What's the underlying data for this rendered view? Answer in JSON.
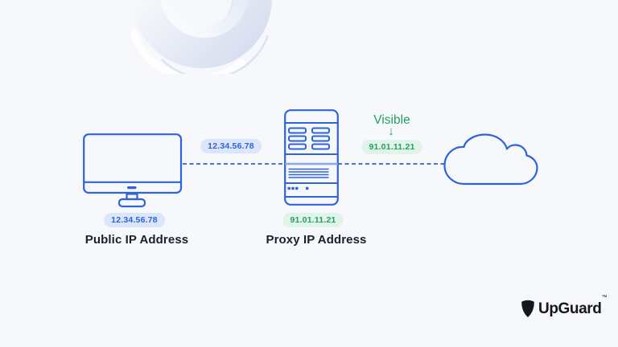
{
  "canvas": {
    "background": "#f7f8fb"
  },
  "colors": {
    "accent_blue": "#2d63dc",
    "badge_blue_bg": "#dbe6fa",
    "accent_green": "#1ea25d",
    "badge_green_bg": "#e0f4e9",
    "connector_blue": "#4472e2",
    "label_text": "#1b202c",
    "logo_dark": "#15161f"
  },
  "icons": {
    "computer": "desktop-computer-icon",
    "proxy": "server-icon",
    "internet": "cloud-icon",
    "decoration": "ring-decoration",
    "logo_mark": "upguard-shield-icon",
    "arrow": "down-arrow-icon"
  },
  "nodes": {
    "computer": {
      "badge": "12.34.56.78",
      "label": "Public IP Address"
    },
    "proxy": {
      "badge": "91.01.11.21",
      "label": "Proxy IP Address"
    }
  },
  "connection": {
    "left_badge": "12.34.56.78",
    "right_badge": "91.01.11.21",
    "visible_label": "Visible",
    "arrow_glyph": "↓"
  },
  "branding": {
    "name": "UpGuard",
    "trademark": "™"
  }
}
